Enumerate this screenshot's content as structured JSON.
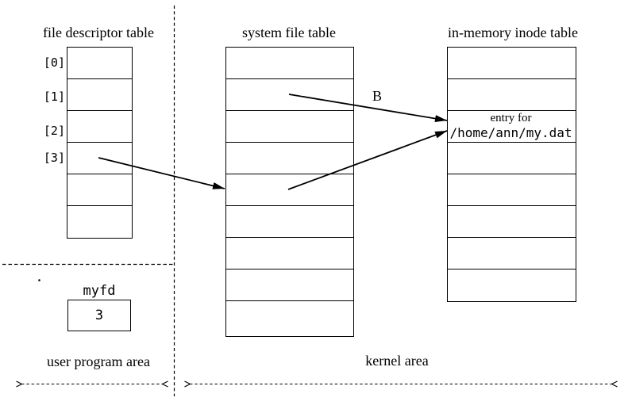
{
  "diagram": {
    "colors": {
      "foreground": "#000000",
      "background": "#ffffff"
    },
    "fd_table": {
      "title": "file descriptor table",
      "row_labels": [
        "[0]",
        "[1]",
        "[2]",
        "[3]"
      ],
      "row_count": 6
    },
    "system_file_table": {
      "title": "system file table",
      "row_count": 9
    },
    "inode_table": {
      "title": "in-memory inode table",
      "row_count": 8,
      "entry_row_index": 2,
      "entry_line1": "entry for",
      "entry_line2": "/home/ann/my.dat"
    },
    "labels": {
      "arrow_b": "B",
      "myfd": "myfd",
      "myfd_value": "3",
      "user_area": "user program area",
      "kernel_area": "kernel area"
    },
    "arrows": [
      {
        "name": "fd3-to-sysfile",
        "from": "file descriptor table row [3]",
        "to": "system file table row 4"
      },
      {
        "name": "sysfile-b-to-inode",
        "from": "system file table row 1",
        "to": "inode entry for /home/ann/my.dat",
        "label": "B"
      },
      {
        "name": "sysfile-to-inode",
        "from": "system file table row 4",
        "to": "inode entry for /home/ann/my.dat"
      }
    ]
  }
}
